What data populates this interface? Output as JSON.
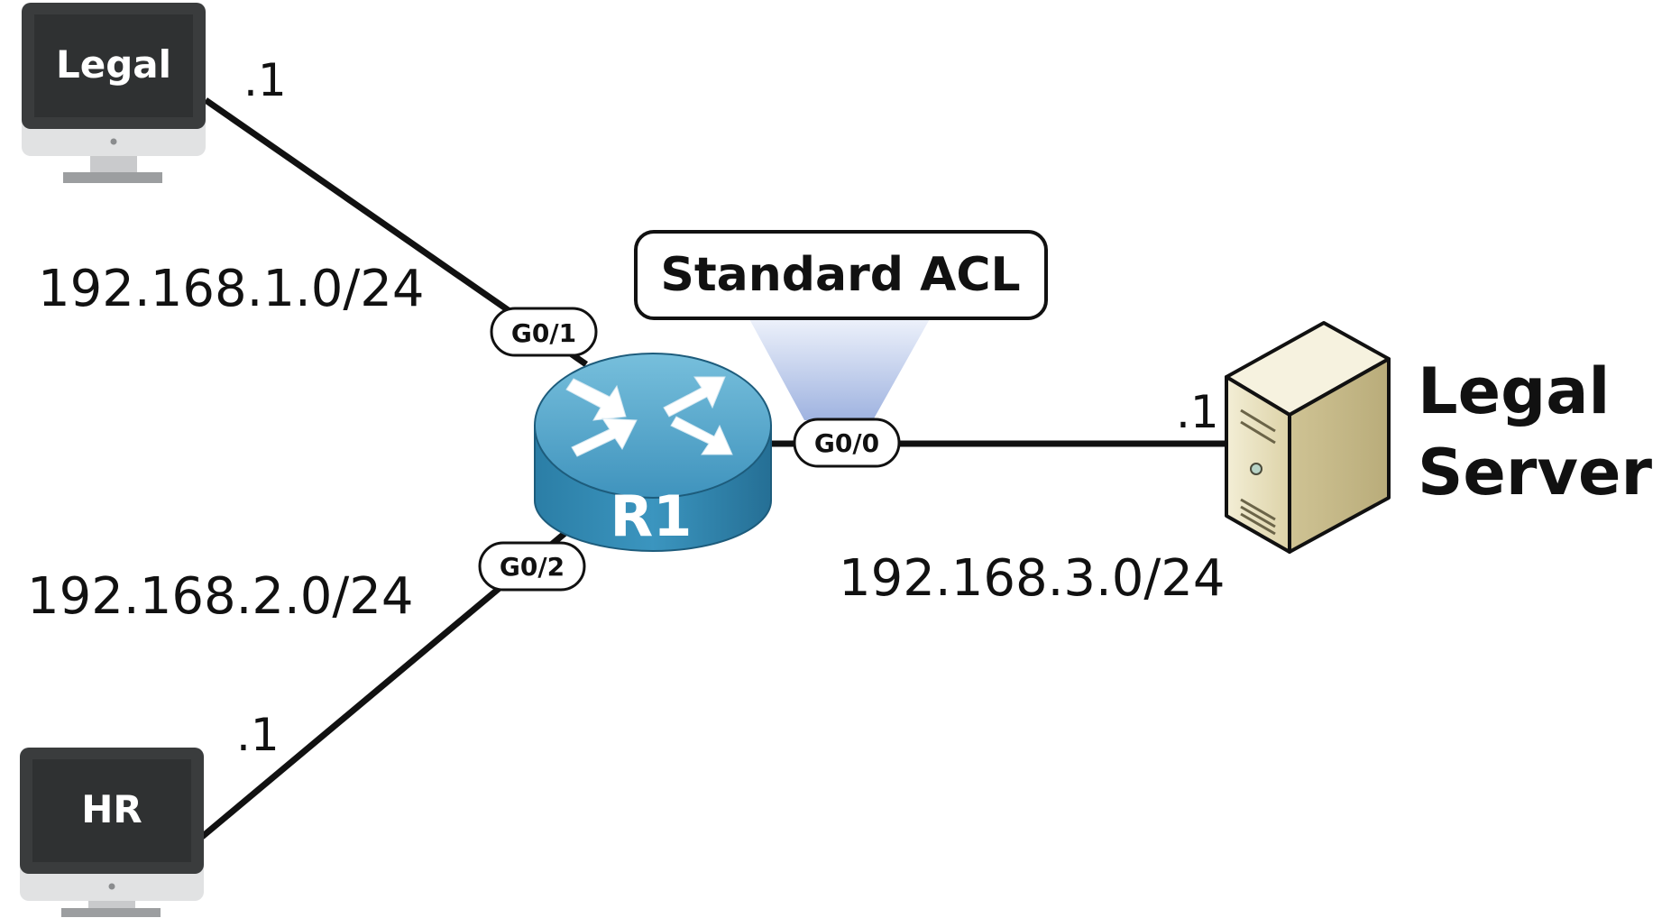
{
  "devices": {
    "legal_pc": {
      "label": "Legal"
    },
    "hr_pc": {
      "label": "HR"
    },
    "router": {
      "label": "R1"
    },
    "server": {
      "label_line1": "Legal",
      "label_line2": "Server"
    }
  },
  "interfaces": {
    "g0_1": "G0/1",
    "g0_2": "G0/2",
    "g0_0": "G0/0"
  },
  "networks": {
    "net1": "192.168.1.0/24",
    "net2": "192.168.2.0/24",
    "net3": "192.168.3.0/24"
  },
  "host_ids": {
    "legal": ".1",
    "hr": ".1",
    "server": ".1"
  },
  "acl": {
    "label": "Standard ACL"
  },
  "colors": {
    "link": "#111111",
    "monitor_dark": "#3a3c3d",
    "monitor_screen": "#2f3132",
    "router_top": "#5aa6c9",
    "router_side": "#2f86ad",
    "server_beige": "#d8cfa6",
    "acl_beam": "#aebfe3"
  }
}
